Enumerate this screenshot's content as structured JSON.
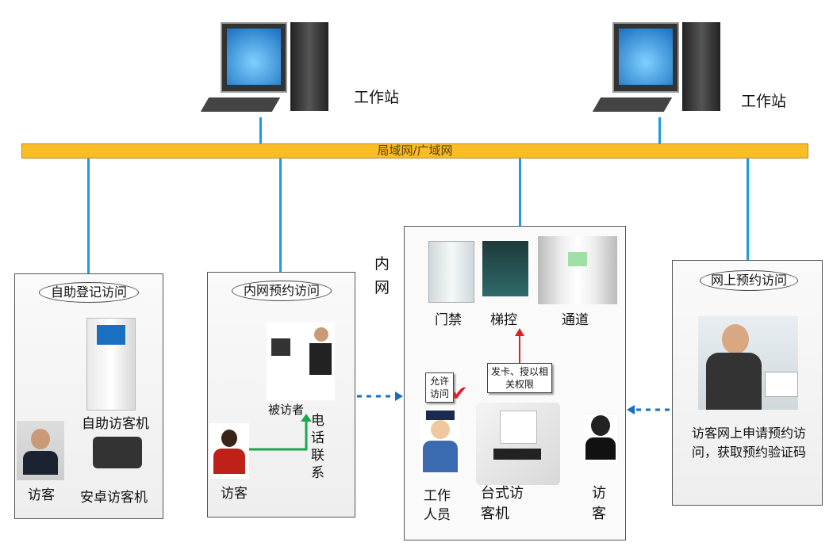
{
  "workstations": [
    {
      "label": "工作站"
    },
    {
      "label": "工作站"
    }
  ],
  "network": {
    "bus_label": "局域网/广域网"
  },
  "panels": {
    "self_service": {
      "title": "自助登记访问",
      "kiosk": "自助访客机",
      "android": "安卓访客机",
      "visitor": "访客"
    },
    "intranet": {
      "title": "内网预约访问",
      "host": "被访者",
      "phone": "电话联系",
      "visitor": "访客"
    },
    "inner": {
      "side_label": "内网",
      "door": "门禁",
      "elevator": "梯控",
      "gate": "通道",
      "allow_note": "允许访问",
      "card_note": "发卡、授以相关权限",
      "staff": "工作人员",
      "desk_machine": "台式访客机",
      "visitor": "访客"
    },
    "online": {
      "title": "网上预约访问",
      "desc": "访客网上申请预约访问，获取预约验证码"
    }
  },
  "colors": {
    "line": "#1a9ee0",
    "bus": "#fbbd26",
    "arrow_green": "#1aa84a",
    "arrow_red": "#e02020",
    "dashed": "#1a6fc0"
  }
}
